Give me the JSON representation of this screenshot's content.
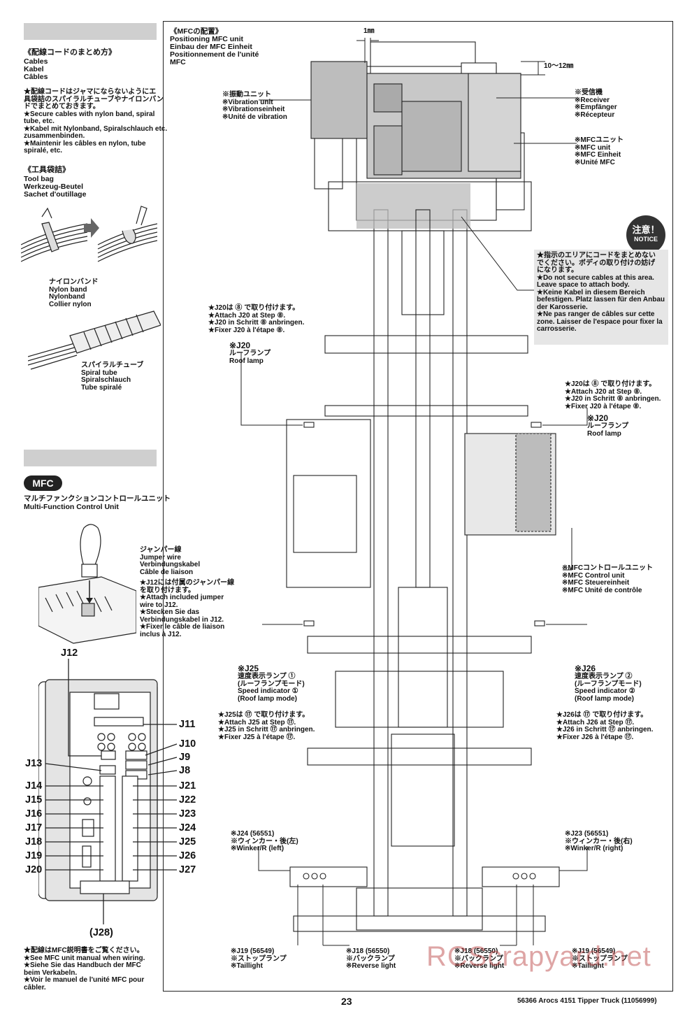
{
  "left": {
    "cables": {
      "title": "《配線コードのまとめ方》",
      "lines": [
        "Cables",
        "Kabel",
        "Câbles"
      ],
      "notes": [
        "★配線コードはジャマにならないようにエ",
        "具袋詰のスパイラルチューブやナイロンバン",
        "ドでまとめておきます。",
        "★Secure cables with nylon band, spiral",
        "tube, etc.",
        "★Kabel mit Nylonband, Spiralschlauch etc.",
        "zusammenbinden.",
        "★Maintenir les câbles en nylon, tube spiralé, etc."
      ]
    },
    "toolbag": {
      "title": "《工具袋詰》",
      "lines": [
        "Tool bag",
        "Werkzeug-Beutel",
        "Sachet d'outillage"
      ]
    },
    "nylon": [
      "ナイロンバンド",
      "Nylon band",
      "Nylonband",
      "Collier nylon"
    ],
    "spiral": [
      "スパイラルチューブ",
      "Spiral tube",
      "Spiralschlauch",
      "Tube spiralé"
    ],
    "mfc": {
      "badge": "MFC",
      "jp": "マルチファンクションコントロールユニット",
      "en": "Multi-Function Control Unit"
    },
    "jumper": [
      "ジャンパー線",
      "Jumper wire",
      "Verbindungskabel",
      "Câble de liaison"
    ],
    "jumper_note": [
      "★J12には付属のジャンパー線",
      "を取り付けます。",
      "★Attach included jumper",
      "wire to J12.",
      "★Stecken Sie das",
      "Verbindungskabel in J12.",
      "★Fixer le câble de liaison",
      "inclus à J12."
    ],
    "connectors_left": [
      "J12",
      "J13",
      "J14",
      "J15",
      "J16",
      "J17",
      "J18",
      "J19",
      "J20"
    ],
    "connectors_right": [
      "J11",
      "J10",
      "J9",
      "J8",
      "J21",
      "J22",
      "J23",
      "J24",
      "J25",
      "J26",
      "J27"
    ],
    "j28": "(J28)",
    "wiring_note": [
      "★配線はMFC説明書をご覧ください。",
      "★See MFC unit manual when wiring.",
      "★Siehe Sie das Handbuch der MFC",
      "beim Verkabeln.",
      "★Voir le manuel de l'unité MFC pour",
      "câbler."
    ]
  },
  "right": {
    "title": [
      "《MFCの配置》",
      "Positioning MFC unit",
      "Einbau der MFC Einheit",
      "Positionnement de l'unité",
      "MFC"
    ],
    "dim1": "1㎜",
    "dim2": "10〜12㎜",
    "vibration": [
      "※振動ユニット",
      "※Vibration unit",
      "※Vibrationseinheit",
      "※Unité de vibration"
    ],
    "receiver": [
      "※受信機",
      "※Receiver",
      "※Empfänger",
      "※Récepteur"
    ],
    "mfcunit": [
      "※MFCユニット",
      "※MFC unit",
      "※MFC Einheit",
      "※Unité MFC"
    ],
    "notice_jp": "注意！",
    "notice_en": "NOTICE",
    "notice": [
      "★指示のエリアにコードをまとめない",
      "でください。ボディの取り付けの妨げ",
      "になります。",
      "★Do not secure cables at this area.",
      "Leave space to attach body.",
      "★Keine Kabel in diesem Bereich",
      "befestigen. Platz lassen für den Anbau",
      "der Karosserie.",
      "★Ne pas ranger de câbles sur cette",
      "zone. Laisser de l'espace pour fixer la",
      "carrosserie."
    ],
    "j20_left_note": [
      "★J20は ⑧ で取り付けます。",
      "★Attach J20 at Step ⑧.",
      "★J20 in Schritt ⑧ anbringen.",
      "★Fixer J20 à l'étape ⑧."
    ],
    "j20_left": [
      "※J20",
      "ルーフランプ",
      "Roof lamp"
    ],
    "j20_right_note": [
      "★J20は ⑧ で取り付けます。",
      "★Attach J20 at Step ⑧.",
      "★J20 in Schritt ⑧ anbringen.",
      "★Fixer J20 à l'étape ⑧."
    ],
    "j20_right": [
      "※J20",
      "ルーフランプ",
      "Roof lamp"
    ],
    "control": [
      "※MFCコントロールユニット",
      "※MFC Control unit",
      "※MFC Steuereinheit",
      "※MFC Unité de contrôle"
    ],
    "j25": [
      "※J25",
      "速度表示ランプ ①",
      "(ルーフランプモード)",
      "Speed indicator ①",
      "(Roof lamp mode)"
    ],
    "j25_note": [
      "★J25は ⑰ で取り付けます。",
      "★Attach J25 at Step ⑰.",
      "★J25 in Schritt ⑰ anbringen.",
      "★Fixer J25 à l'étape ⑰."
    ],
    "j26": [
      "※J26",
      "速度表示ランプ ②",
      "(ルーフランプモード)",
      "Speed indicator ②",
      "(Roof lamp mode)"
    ],
    "j26_note": [
      "★J26は ⑰ で取り付けます。",
      "★Attach J26 at Step ⑰.",
      "★J26 in Schritt ⑰ anbringen.",
      "★Fixer J26 à l'étape ⑰."
    ],
    "j24": [
      "※J24 (56551)",
      "※ウィンカー・後(左)",
      "※Winker/R (left)"
    ],
    "j23": [
      "※J23 (56551)",
      "※ウィンカー・後(右)",
      "※Winker/R (right)"
    ],
    "j19l": [
      "※J19 (56549)",
      "※ストップランプ",
      "※Taillight"
    ],
    "j18l": [
      "※J18 (56550)",
      "※バックランプ",
      "※Reverse light"
    ],
    "j18r": [
      "※J18 (56550)",
      "※バックランプ",
      "※Reverse light"
    ],
    "j19r": [
      "※J19 (56549)",
      "※ストップランプ",
      "※Taillight"
    ]
  },
  "footer": {
    "page": "23",
    "title": "56366 Arocs 4151 Tipper Truck (11056999)"
  },
  "watermark": "RCScrapyard.net"
}
